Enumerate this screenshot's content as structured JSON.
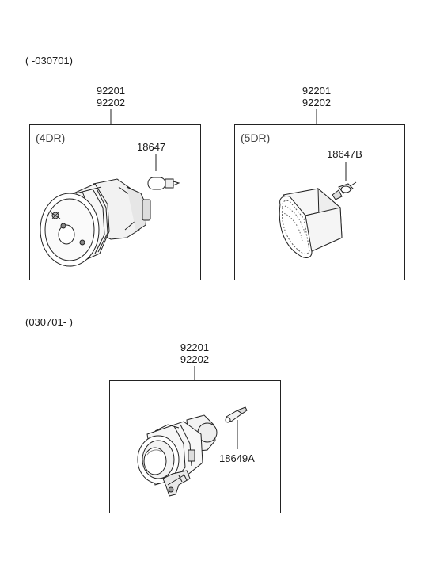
{
  "sections": [
    {
      "period": "( -030701)"
    },
    {
      "period": "(030701- )"
    }
  ],
  "panels": [
    {
      "part_numbers": [
        "92201",
        "92202"
      ],
      "variant": "(4DR)",
      "bulb_part": "18647"
    },
    {
      "part_numbers": [
        "92201",
        "92202"
      ],
      "variant": "(5DR)",
      "bulb_part": "18647B"
    },
    {
      "part_numbers": [
        "92201",
        "92202"
      ],
      "variant": "",
      "bulb_part": "18649A"
    }
  ]
}
